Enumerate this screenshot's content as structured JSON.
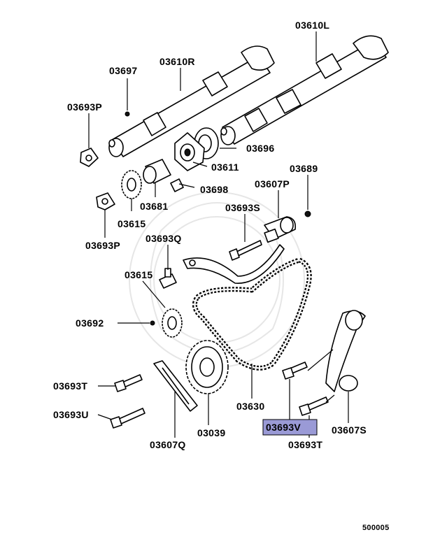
{
  "labels": {
    "p03610L": "03610L",
    "p03610R": "03610R",
    "p03697": "03697",
    "p03693P_top": "03693P",
    "p03696": "03696",
    "p03611": "03611",
    "p03689": "03689",
    "p03698": "03698",
    "p03607P": "03607P",
    "p03681": "03681",
    "p03615_top": "03615",
    "p03693S": "03693S",
    "p03693P_mid": "03693P",
    "p03693Q": "03693Q",
    "p03615_mid": "03615",
    "p03692": "03692",
    "p03693T_left": "03693T",
    "p03693U": "03693U",
    "p03630": "03630",
    "p03693V": "03693V",
    "p03607S": "03607S",
    "p03039": "03039",
    "p03693T_right": "03693T",
    "p03607Q": "03607Q"
  },
  "footer": {
    "code": "500005"
  },
  "colors": {
    "highlight": "#9a9ad6",
    "ink": "#000000"
  }
}
